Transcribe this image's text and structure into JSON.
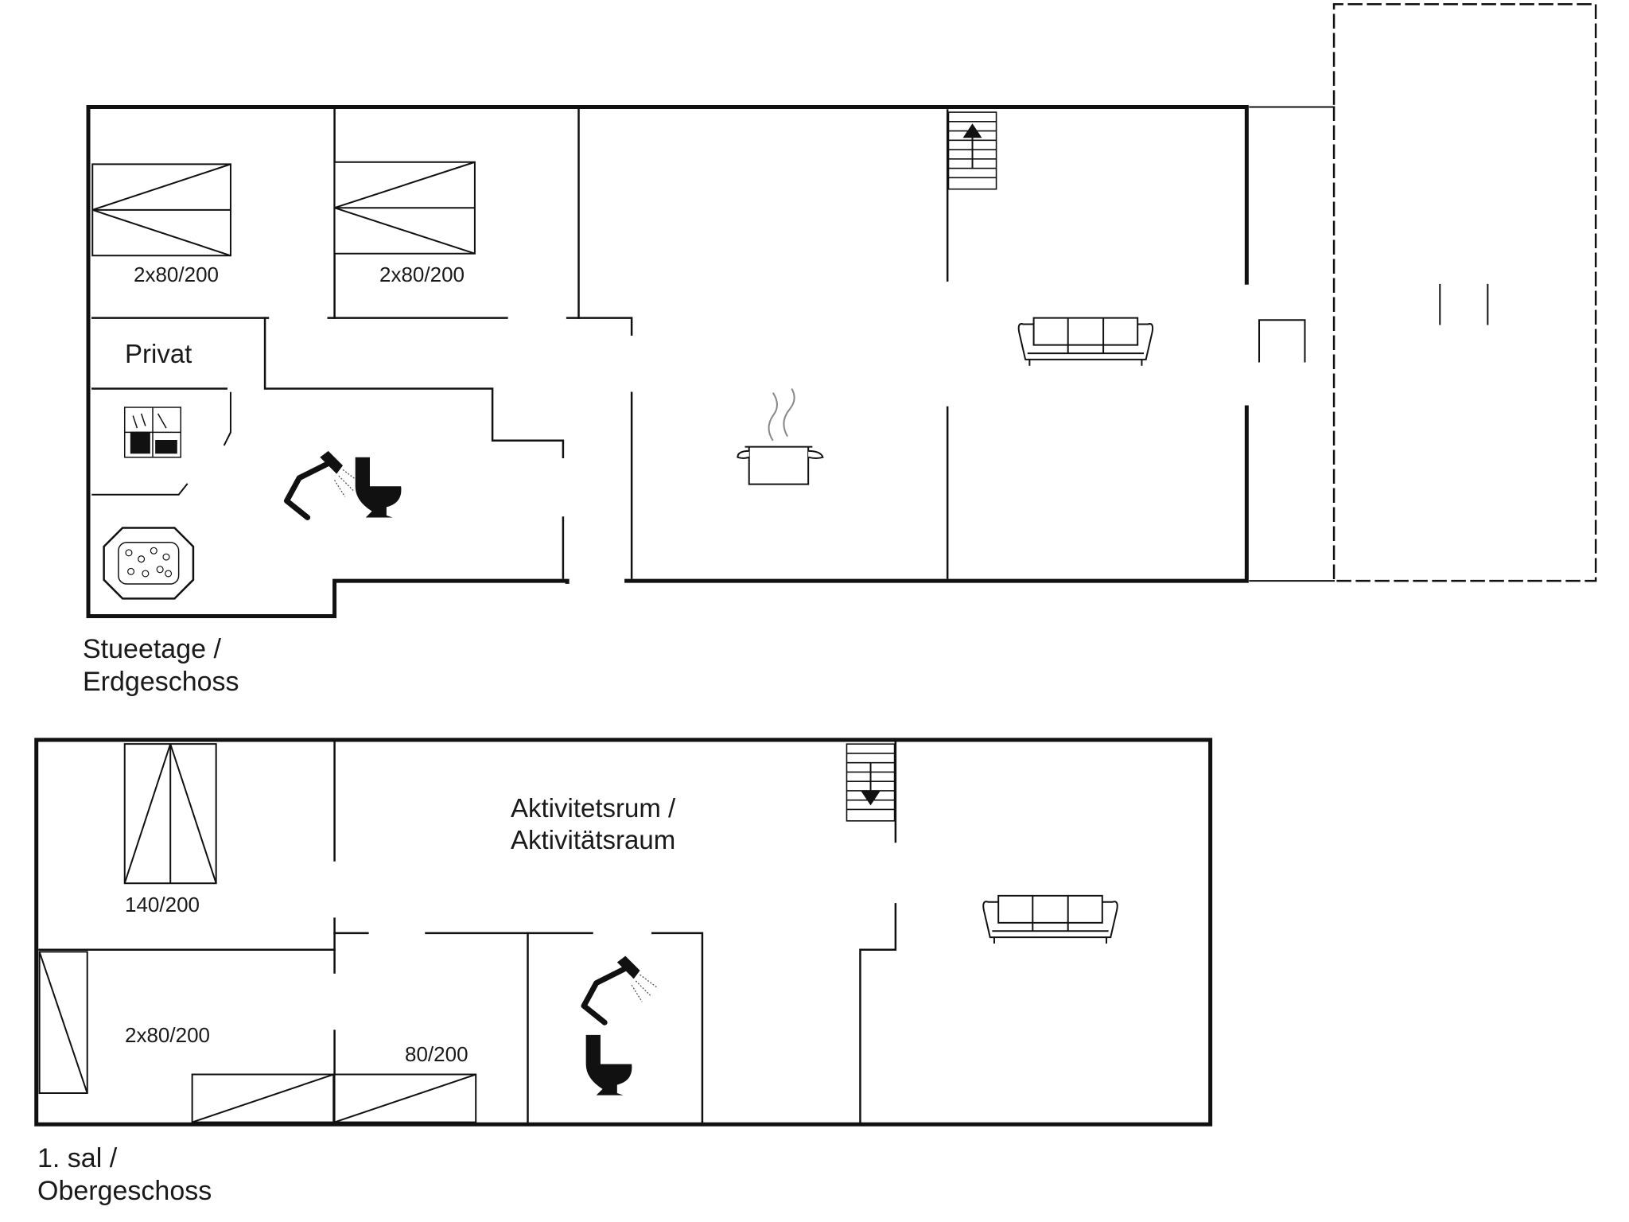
{
  "ground_floor": {
    "label_line1": "Stueetage /",
    "label_line2": "Erdgeschoss",
    "bed_room1": "2x80/200",
    "bed_room2": "2x80/200",
    "private_room": "Privat"
  },
  "upper_floor": {
    "label_line1": "1. sal /",
    "label_line2": "Obergeschoss",
    "activity_line1": "Aktivitetsrum /",
    "activity_line2": "Aktivitätsraum",
    "bed_double": "140/200",
    "bed_twin": "2x80/200",
    "bed_single": "80/200"
  },
  "symbols": [
    "bed-icon",
    "stairs-up-icon",
    "stairs-down-icon",
    "sofa-icon",
    "cooking-pot-icon",
    "shower-icon",
    "toilet-icon",
    "sauna-icon",
    "hot-tub-icon",
    "fireplace-icon",
    "carport-outline"
  ],
  "colors": {
    "line": "#111111",
    "background": "#ffffff"
  }
}
